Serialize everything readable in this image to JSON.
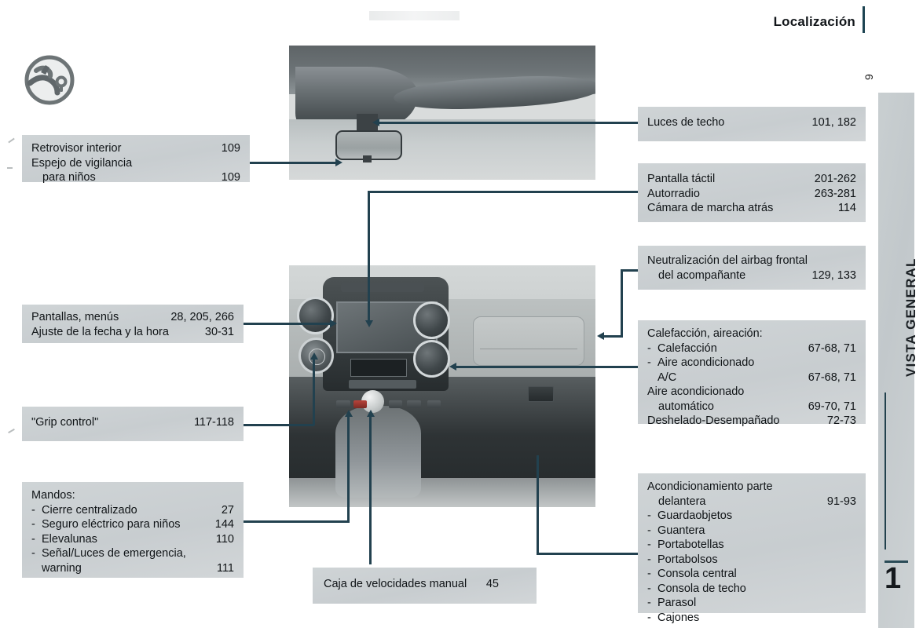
{
  "header": {
    "title": "Localización",
    "page_number": "9"
  },
  "sidebar": {
    "section_label": "VISTA GENERAL",
    "chapter_number": "1"
  },
  "pictogram": {
    "name": "steering-wheel-warning-icon"
  },
  "callouts": {
    "mirror": {
      "lines": [
        {
          "label": "Retrovisor interior",
          "page": "109",
          "indent": false,
          "bullet": false
        },
        {
          "label": "Espejo de vigilancia",
          "page": "",
          "indent": false,
          "bullet": false
        },
        {
          "label": "para niños",
          "page": "109",
          "indent": true,
          "bullet": false
        }
      ]
    },
    "displays": {
      "lines": [
        {
          "label": "Pantallas, menús",
          "page": "28, 205, 266",
          "indent": false,
          "bullet": false
        },
        {
          "label": "Ajuste de la fecha y la hora",
          "page": "30-31",
          "indent": false,
          "bullet": false
        }
      ]
    },
    "grip": {
      "lines": [
        {
          "label": "\"Grip control\"",
          "page": "117-118",
          "indent": false,
          "bullet": false
        }
      ]
    },
    "controls": {
      "lines": [
        {
          "label": "Mandos:",
          "page": "",
          "indent": false,
          "bullet": false
        },
        {
          "label": "Cierre centralizado",
          "page": "27",
          "indent": false,
          "bullet": true
        },
        {
          "label": "Seguro eléctrico para niños",
          "page": "144",
          "indent": false,
          "bullet": true
        },
        {
          "label": "Elevalunas",
          "page": "110",
          "indent": false,
          "bullet": true
        },
        {
          "label": "Señal/Luces de emergencia,",
          "page": "",
          "indent": false,
          "bullet": true
        },
        {
          "label": "warning",
          "page": "111",
          "indent": true,
          "bullet": false
        }
      ]
    },
    "gearbox": {
      "lines": [
        {
          "label": "Caja de velocidades manual",
          "page": "45",
          "indent": false,
          "bullet": false
        }
      ]
    },
    "ceiling_lights": {
      "lines": [
        {
          "label": "Luces de techo",
          "page": "101, 182",
          "indent": false,
          "bullet": false
        }
      ]
    },
    "infotainment": {
      "lines": [
        {
          "label": "Pantalla táctil",
          "page": "201-262",
          "indent": false,
          "bullet": false
        },
        {
          "label": "Autorradio",
          "page": "263-281",
          "indent": false,
          "bullet": false
        },
        {
          "label": "Cámara de marcha atrás",
          "page": "114",
          "indent": false,
          "bullet": false
        }
      ]
    },
    "airbag": {
      "lines": [
        {
          "label": "Neutralización del airbag frontal",
          "page": "",
          "indent": false,
          "bullet": false
        },
        {
          "label": "del acompañante",
          "page": "129, 133",
          "indent": true,
          "bullet": false
        }
      ]
    },
    "climate": {
      "lines": [
        {
          "label": "Calefacción, aireación:",
          "page": "",
          "indent": false,
          "bullet": false
        },
        {
          "label": "Calefacción",
          "page": "67-68, 71",
          "indent": false,
          "bullet": true
        },
        {
          "label": "Aire acondicionado",
          "page": "",
          "indent": false,
          "bullet": true
        },
        {
          "label": "A/C",
          "page": "67-68, 71",
          "indent": true,
          "bullet": false
        },
        {
          "label": "Aire acondicionado",
          "page": "",
          "indent": false,
          "bullet": false
        },
        {
          "label": "automático",
          "page": "69-70, 71",
          "indent": true,
          "bullet": false
        },
        {
          "label": "Deshelado-Desempañado",
          "page": "72-73",
          "indent": false,
          "bullet": false
        }
      ]
    },
    "storage": {
      "lines": [
        {
          "label": "Acondicionamiento parte",
          "page": "",
          "indent": false,
          "bullet": false
        },
        {
          "label": "delantera",
          "page": "91-93",
          "indent": true,
          "bullet": false
        },
        {
          "label": "Guardaobjetos",
          "page": "",
          "indent": false,
          "bullet": true
        },
        {
          "label": "Guantera",
          "page": "",
          "indent": false,
          "bullet": true
        },
        {
          "label": "Portabotellas",
          "page": "",
          "indent": false,
          "bullet": true
        },
        {
          "label": "Portabolsos",
          "page": "",
          "indent": false,
          "bullet": true
        },
        {
          "label": "Consola central",
          "page": "",
          "indent": false,
          "bullet": true
        },
        {
          "label": "Consola de techo",
          "page": "",
          "indent": false,
          "bullet": true
        },
        {
          "label": "Parasol",
          "page": "",
          "indent": false,
          "bullet": true
        },
        {
          "label": "Cajones",
          "page": "",
          "indent": false,
          "bullet": true
        }
      ]
    }
  },
  "colors": {
    "box_fill": "#ccd1d3",
    "line": "#22414f",
    "accent": "#1d4452"
  },
  "bullet_char": "-"
}
